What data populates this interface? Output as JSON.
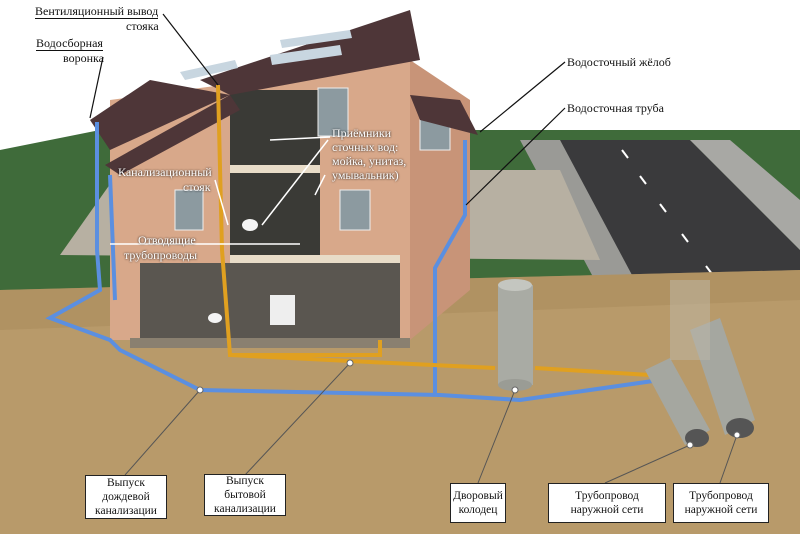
{
  "colors": {
    "rain_pipe": "#5b8fe0",
    "sewer_pipe": "#e0a020",
    "ground": "#b89a6a",
    "grass": "#3f6b3a",
    "asphalt": "#3a3a3c",
    "wall": "#d8a88a",
    "roof": "#4e3638"
  },
  "labels": {
    "vent_line1": "Вентиляционный вывод",
    "vent_line2": "стояка",
    "funnel_line1": "Водосборная",
    "funnel_line2": "воронка",
    "gutter": "Водосточный жёлоб",
    "downpipe": "Водосточная труба",
    "receivers_line1": "Приёмники",
    "receivers_line2": "сточных вод:",
    "receivers_line3": "мойка, унитаз,",
    "receivers_line4": "умывальник)",
    "riser_line1": "Канализационный",
    "riser_line2": "стояк",
    "outlet_pipes_line1": "Отводящие",
    "outlet_pipes_line2": "трубопроводы"
  },
  "boxes": [
    {
      "line1": "Выпуск дождевой",
      "line2": "канализации"
    },
    {
      "line1": "Выпуск бытовой",
      "line2": "канализации"
    },
    {
      "line1": "Дворовый",
      "line2": "колодец"
    },
    {
      "line1": "Трубопровод",
      "line2": "наружной сети"
    },
    {
      "line1": "Трубопровод",
      "line2": "наружной сети"
    }
  ]
}
